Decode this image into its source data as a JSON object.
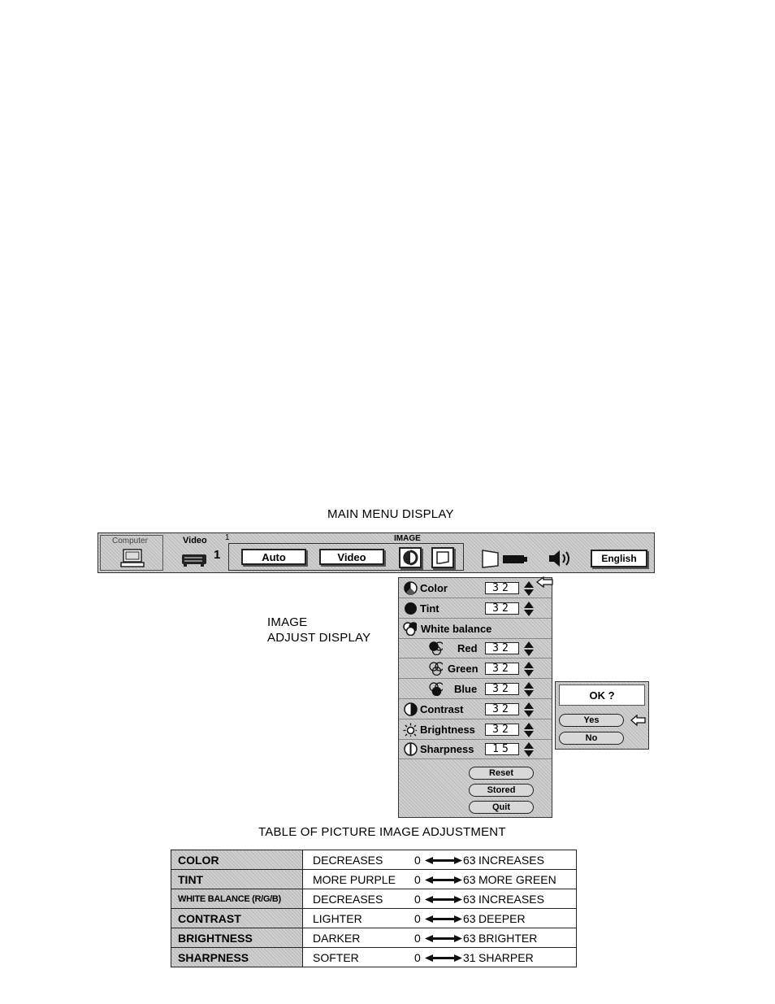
{
  "captions": {
    "main_menu": "MAIN MENU DISPLAY",
    "image_adjust_line1": "IMAGE",
    "image_adjust_line2": "ADJUST DISPLAY",
    "table_title": "TABLE OF PICTURE IMAGE ADJUSTMENT"
  },
  "menu_bar": {
    "computer_label": "Computer",
    "video_label": "Video",
    "video_number": "1",
    "auto_label": "Auto",
    "video_mode_label": "Video",
    "image_label": "IMAGE",
    "language_label": "English",
    "marker": "1"
  },
  "image_adjust": {
    "rows": [
      {
        "label": "Color",
        "value": "32",
        "icon": "color-icon"
      },
      {
        "label": "Tint",
        "value": "32",
        "icon": "tint-icon"
      },
      {
        "label": "White balance",
        "icon": "white-balance-icon"
      },
      {
        "label": "Red",
        "value": "32",
        "icon": "red-icon"
      },
      {
        "label": "Green",
        "value": "32",
        "icon": "green-icon"
      },
      {
        "label": "Blue",
        "value": "32",
        "icon": "blue-icon"
      },
      {
        "label": "Contrast",
        "value": "32",
        "icon": "contrast-icon"
      },
      {
        "label": "Brightness",
        "value": "32",
        "icon": "brightness-icon"
      },
      {
        "label": "Sharpness",
        "value": "15",
        "icon": "sharpness-icon"
      }
    ],
    "reset_label": "Reset",
    "stored_label": "Stored",
    "quit_label": "Quit"
  },
  "ok_dialog": {
    "title": "OK ?",
    "yes_label": "Yes",
    "no_label": "No"
  },
  "table": {
    "rows": [
      {
        "param": "COLOR",
        "left": "DECREASES",
        "min": "0",
        "max": "63",
        "right": "INCREASES"
      },
      {
        "param": "TINT",
        "left": "MORE PURPLE",
        "min": "0",
        "max": "63",
        "right": "MORE GREEN"
      },
      {
        "param": "WHITE BALANCE (R/G/B)",
        "left": "DECREASES",
        "min": "0",
        "max": "63",
        "right": "INCREASES"
      },
      {
        "param": "CONTRAST",
        "left": "LIGHTER",
        "min": "0",
        "max": "63",
        "right": "DEEPER"
      },
      {
        "param": "BRIGHTNESS",
        "left": "DARKER",
        "min": "0",
        "max": "63",
        "right": "BRIGHTER"
      },
      {
        "param": "SHARPNESS",
        "left": "SOFTER",
        "min": "0",
        "max": "31",
        "right": "SHARPER"
      }
    ]
  }
}
